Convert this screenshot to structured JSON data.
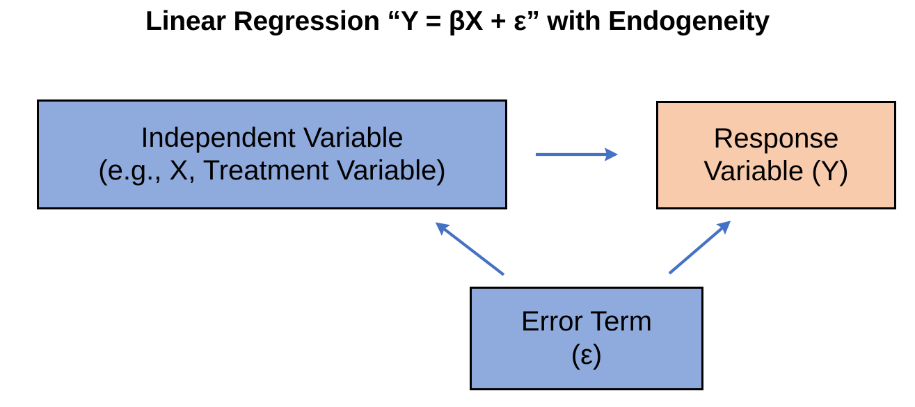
{
  "diagram": {
    "type": "flow-diagram",
    "title": "Linear Regression “Y = βX + ε” with Endogeneity",
    "background_color": "#FFFFFF",
    "nodes": [
      {
        "id": "independent",
        "line1": "Independent Variable",
        "line2": "(e.g., X, Treatment Variable)",
        "fill_color": "#8FAADC",
        "border_color": "#000000"
      },
      {
        "id": "response",
        "line1": "Response",
        "line2": "Variable (Y)",
        "fill_color": "#F8CBAD",
        "border_color": "#000000"
      },
      {
        "id": "error",
        "line1": "Error Term",
        "line2": "(ε)",
        "fill_color": "#8FAADC",
        "border_color": "#000000"
      }
    ],
    "arrows": [
      {
        "id": "independent-to-response",
        "from": "independent",
        "to": "response",
        "color": "#4472C4",
        "label": ""
      },
      {
        "id": "error-to-independent",
        "from": "error",
        "to": "independent",
        "color": "#4472C4",
        "label": ""
      },
      {
        "id": "error-to-response",
        "from": "error",
        "to": "response",
        "color": "#4472C4",
        "label": ""
      }
    ]
  }
}
